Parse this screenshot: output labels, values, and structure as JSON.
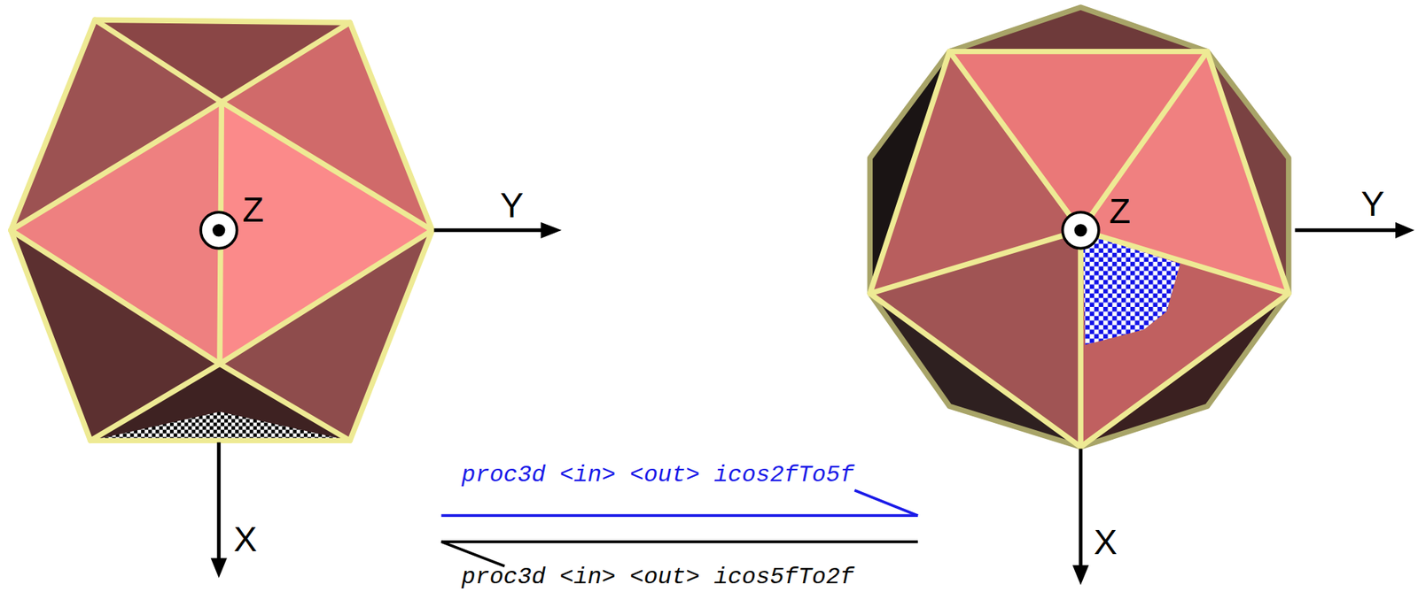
{
  "diagram": {
    "labels": [
      "Z",
      "Y",
      "X",
      "Z",
      "Y",
      "X",
      "proc3d <in> <out> icos2fTo5f",
      "proc3d <in> <out> icos5fTo2f"
    ]
  }
}
